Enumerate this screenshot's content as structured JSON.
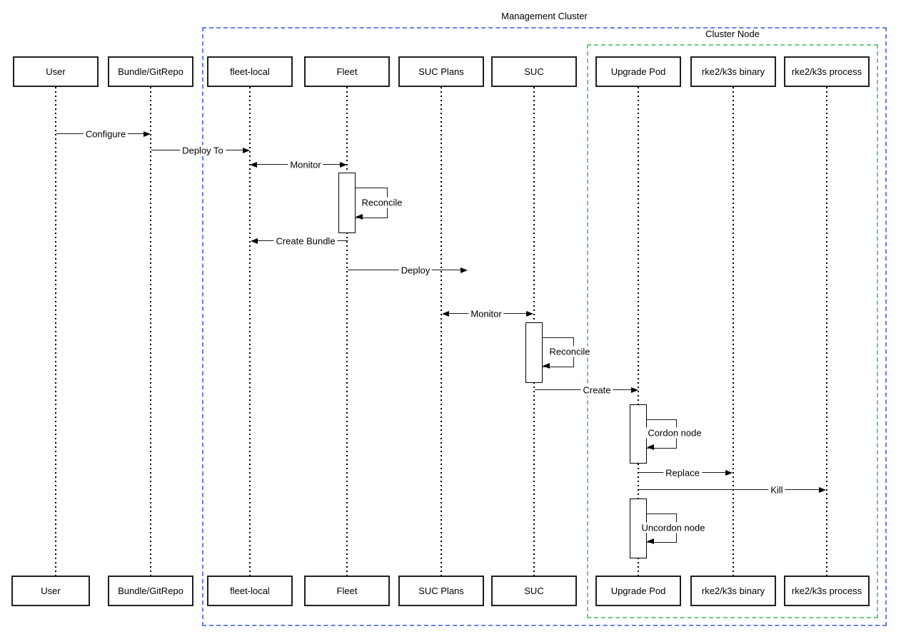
{
  "boundaries": {
    "management_cluster": {
      "label": "Management Cluster",
      "border_color": "#647ff2"
    },
    "cluster_node": {
      "label": "Cluster Node",
      "border_color": "#74c687"
    }
  },
  "participants": [
    "User",
    "Bundle/GitRepo",
    "fleet-local",
    "Fleet",
    "SUC Plans",
    "SUC",
    "Upgrade Pod",
    "rke2/k3s binary",
    "rke2/k3s process"
  ],
  "messages": {
    "configure": "Configure",
    "deploy_to": "Deploy To",
    "monitor_fleet": "Monitor",
    "reconcile_fleet": "Reconcile",
    "create_bundle": "Create Bundle",
    "deploy": "Deploy",
    "monitor_suc": "Monitor",
    "reconcile_suc": "Reconcile",
    "create": "Create",
    "cordon_node": "Cordon node",
    "replace": "Replace",
    "kill": "Kill",
    "uncordon_node": "Uncordon node"
  }
}
